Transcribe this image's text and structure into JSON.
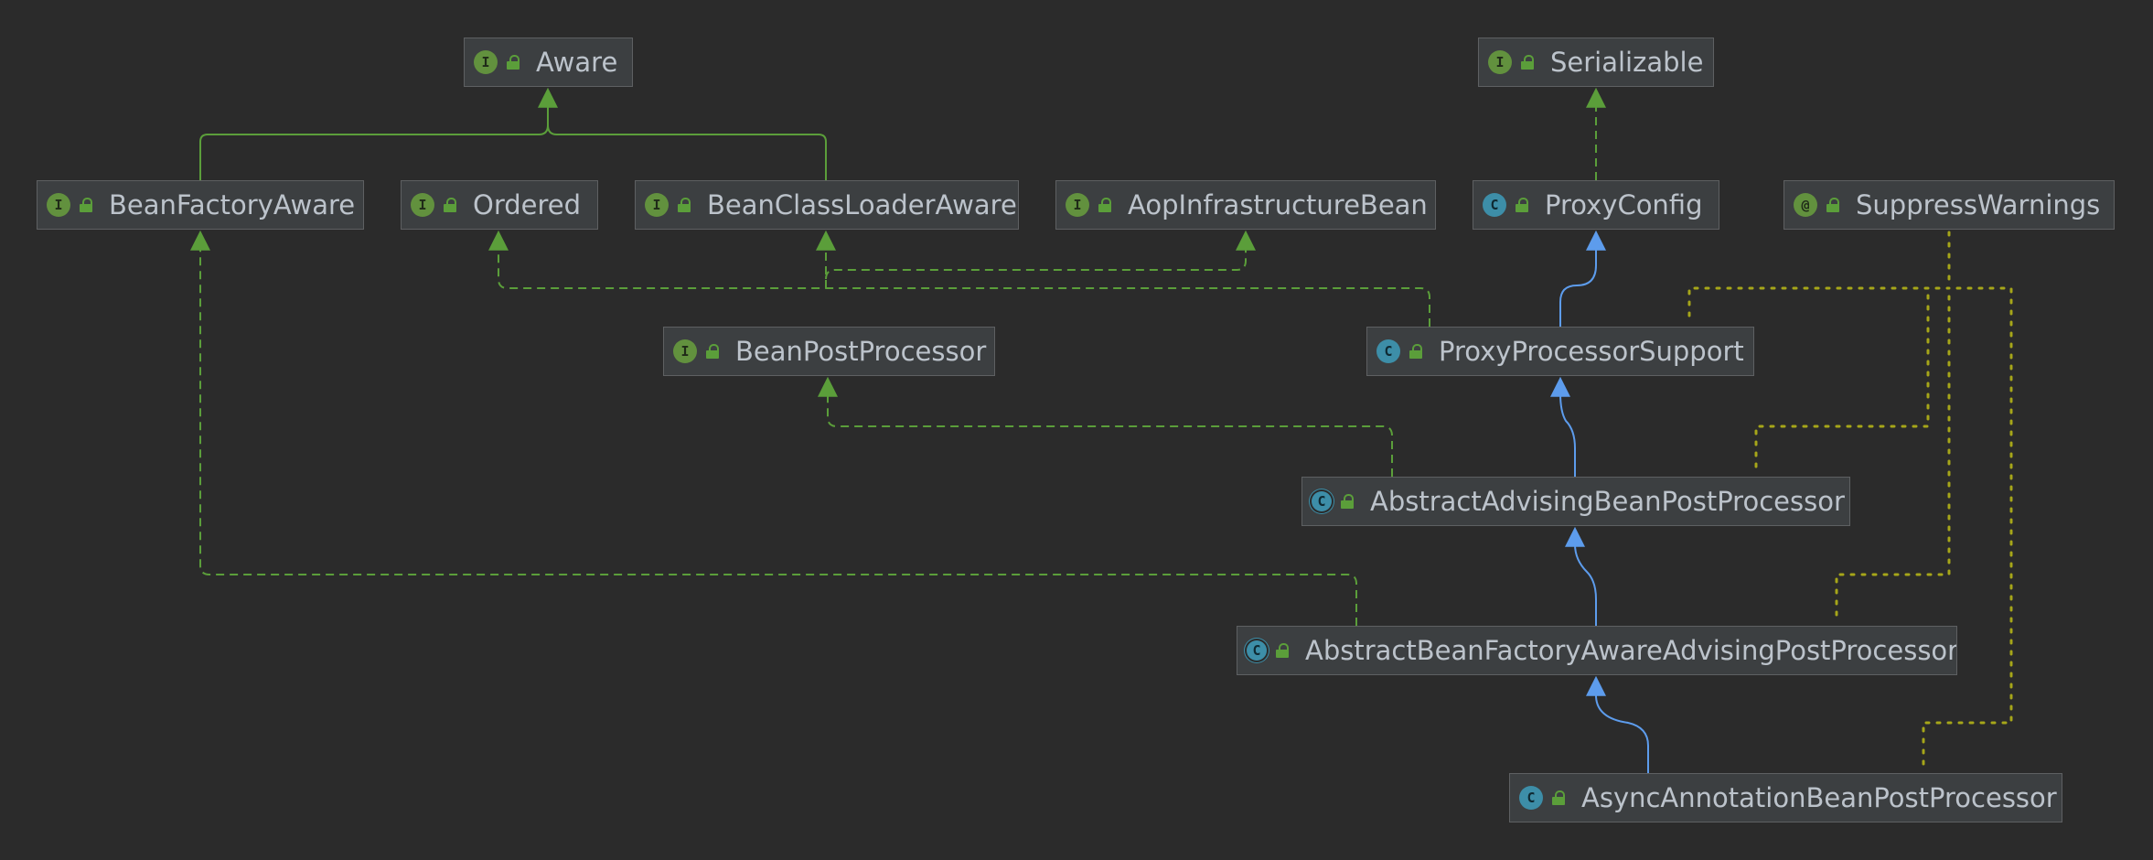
{
  "diagram": {
    "nodes": [
      {
        "id": "aware",
        "name": "Aware",
        "kind": "interface",
        "kind_letter": "I"
      },
      {
        "id": "serializable",
        "name": "Serializable",
        "kind": "interface",
        "kind_letter": "I"
      },
      {
        "id": "bean_factory_aware",
        "name": "BeanFactoryAware",
        "kind": "interface",
        "kind_letter": "I"
      },
      {
        "id": "ordered",
        "name": "Ordered",
        "kind": "interface",
        "kind_letter": "I"
      },
      {
        "id": "bean_class_loader_aware",
        "name": "BeanClassLoaderAware",
        "kind": "interface",
        "kind_letter": "I"
      },
      {
        "id": "aop_infrastructure_bean",
        "name": "AopInfrastructureBean",
        "kind": "interface",
        "kind_letter": "I"
      },
      {
        "id": "proxy_config",
        "name": "ProxyConfig",
        "kind": "class",
        "kind_letter": "C"
      },
      {
        "id": "suppress_warnings",
        "name": "SuppressWarnings",
        "kind": "annotation",
        "kind_letter": "@"
      },
      {
        "id": "bean_post_processor",
        "name": "BeanPostProcessor",
        "kind": "interface",
        "kind_letter": "I"
      },
      {
        "id": "proxy_processor_support",
        "name": "ProxyProcessorSupport",
        "kind": "class",
        "kind_letter": "C"
      },
      {
        "id": "abstract_advising_bpp",
        "name": "AbstractAdvisingBeanPostProcessor",
        "kind": "abstract",
        "kind_letter": "C"
      },
      {
        "id": "abstract_bfa_advising_pp",
        "name": "AbstractBeanFactoryAwareAdvisingPostProcessor",
        "kind": "abstract",
        "kind_letter": "C"
      },
      {
        "id": "async_annotation_bpp",
        "name": "AsyncAnnotationBeanPostProcessor",
        "kind": "class",
        "kind_letter": "C"
      }
    ],
    "edges": [
      {
        "from": "bean_factory_aware",
        "to": "aware",
        "type": "extends-interface"
      },
      {
        "from": "bean_class_loader_aware",
        "to": "aware",
        "type": "extends-interface"
      },
      {
        "from": "proxy_config",
        "to": "serializable",
        "type": "implements"
      },
      {
        "from": "proxy_processor_support",
        "to": "proxy_config",
        "type": "extends-class"
      },
      {
        "from": "proxy_processor_support",
        "to": "ordered",
        "type": "implements"
      },
      {
        "from": "proxy_processor_support",
        "to": "bean_class_loader_aware",
        "type": "implements"
      },
      {
        "from": "proxy_processor_support",
        "to": "aop_infrastructure_bean",
        "type": "implements"
      },
      {
        "from": "abstract_advising_bpp",
        "to": "proxy_processor_support",
        "type": "extends-class"
      },
      {
        "from": "abstract_advising_bpp",
        "to": "bean_post_processor",
        "type": "implements"
      },
      {
        "from": "abstract_bfa_advising_pp",
        "to": "abstract_advising_bpp",
        "type": "extends-class"
      },
      {
        "from": "abstract_bfa_advising_pp",
        "to": "bean_factory_aware",
        "type": "implements"
      },
      {
        "from": "async_annotation_bpp",
        "to": "abstract_bfa_advising_pp",
        "type": "extends-class"
      },
      {
        "from": "proxy_processor_support",
        "to": "suppress_warnings",
        "type": "annotated"
      },
      {
        "from": "abstract_advising_bpp",
        "to": "suppress_warnings",
        "type": "annotated"
      },
      {
        "from": "abstract_bfa_advising_pp",
        "to": "suppress_warnings",
        "type": "annotated"
      },
      {
        "from": "async_annotation_bpp",
        "to": "suppress_warnings",
        "type": "annotated"
      }
    ]
  },
  "colors": {
    "background": "#2b2b2b",
    "node_fill": "#3c3f41",
    "node_border": "#5e6062",
    "label_text": "#bcc3cb",
    "interface_icon": "#62913e",
    "class_icon": "#3d8ea8",
    "lock_icon": "#5b9e3a",
    "extends_class_edge": "#5d9cec",
    "interface_edge": "#5b9e3a",
    "annotation_edge": "#a6a619"
  }
}
